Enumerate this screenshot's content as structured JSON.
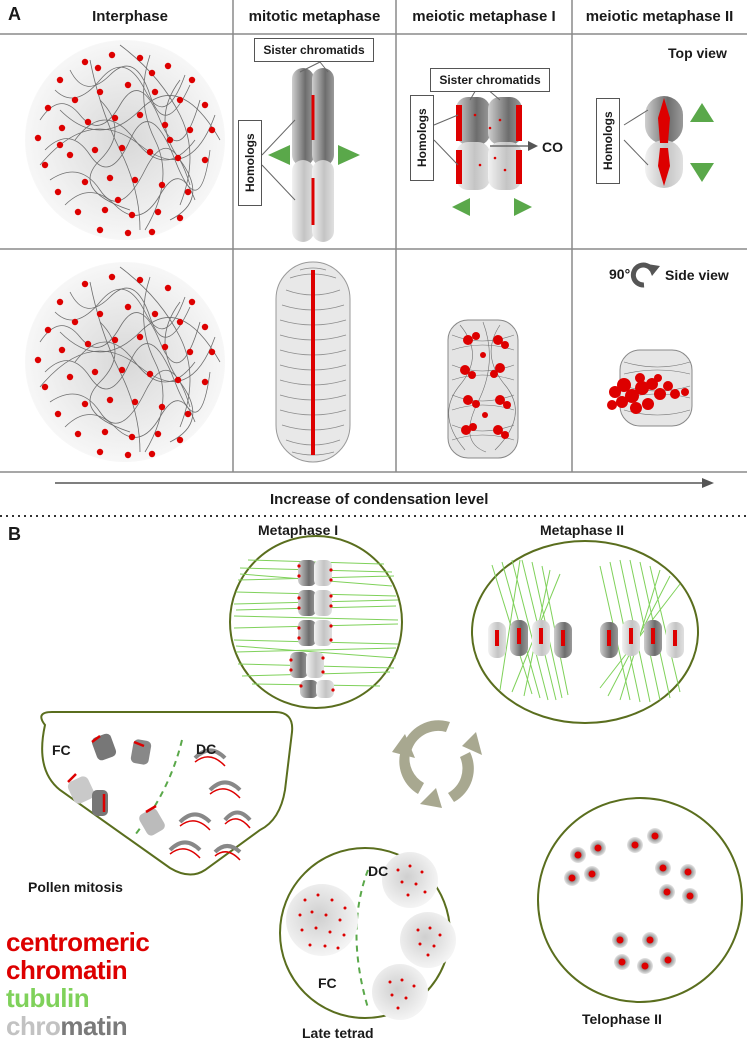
{
  "panels": {
    "a": "A",
    "b": "B"
  },
  "columns": [
    "Interphase",
    "mitotic metaphase",
    "meiotic metaphase I",
    "meiotic metaphase II"
  ],
  "panel_a": {
    "sister_chromatids": "Sister chromatids",
    "homologs": "Homologs",
    "co": "CO",
    "top_view": "Top view",
    "side_view": "Side view",
    "rotation": "90°",
    "axis_label": "Increase  of condensation level"
  },
  "panel_b": {
    "metaphase_i": "Metaphase I",
    "metaphase_ii": "Metaphase II",
    "pollen_mitosis": "Pollen mitosis",
    "late_tetrad": "Late tetrad",
    "telophase_ii": "Telophase II",
    "fc": "FC",
    "dc": "DC"
  },
  "legend": {
    "centromeric_1": "centromeric",
    "centromeric_2": "chromatin",
    "tubulin": "tubulin",
    "chromatin_a": "chro",
    "chromatin_b": "matin"
  },
  "colors": {
    "centromere": "#dd0000",
    "tubulin": "#7fd15a",
    "chromatin_light": "#bdbdbd",
    "chromatin_dark": "#7a7a7a",
    "cell_outline": "#5a6e1e",
    "arrow_green": "#5aa84a"
  }
}
